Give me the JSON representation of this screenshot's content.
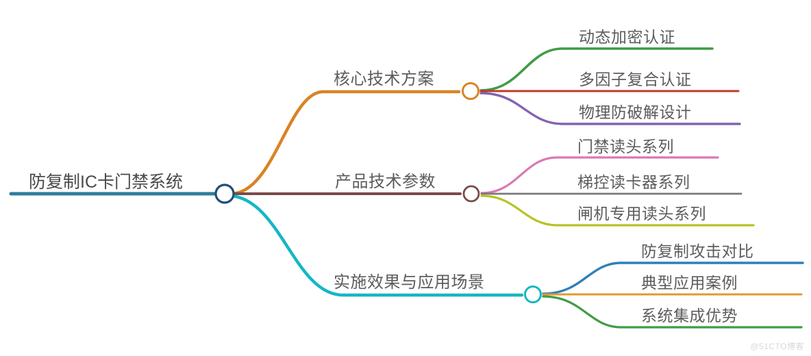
{
  "diagram": {
    "type": "mind-map",
    "title": "防复制IC卡门禁系统",
    "background_color": "#ffffff",
    "text_color": "#5c5c5e"
  },
  "root": {
    "label": "防复制IC卡门禁系统",
    "line_color": "#2e7d9a",
    "node_color": "#1f4e79",
    "node_fill": "#ffffff"
  },
  "branches": [
    {
      "label": "核心技术方案",
      "line_color": "#d98324",
      "node_color": "#d98324",
      "node_fill": "#ffffff",
      "children": [
        {
          "label": "动态加密认证",
          "line_color": "#3f9c45"
        },
        {
          "label": "多因子复合认证",
          "line_color": "#c0392b"
        },
        {
          "label": "物理防破解设计",
          "line_color": "#8363b0"
        }
      ]
    },
    {
      "label": "产品技术参数",
      "line_color": "#7b4b4b",
      "node_color": "#7b4b4b",
      "node_fill": "#ffffff",
      "children": [
        {
          "label": "门禁读头系列",
          "line_color": "#d879b5"
        },
        {
          "label": "梯控读卡器系列",
          "line_color": "#7a7a7a"
        },
        {
          "label": "闸机专用读头系列",
          "line_color": "#b5c425"
        }
      ]
    },
    {
      "label": "实施效果与应用场景",
      "line_color": "#16b6c4",
      "node_color": "#16b6c4",
      "node_fill": "#ffffff",
      "children": [
        {
          "label": "防复制攻击对比",
          "line_color": "#2f7fb8"
        },
        {
          "label": "典型应用案例",
          "line_color": "#e09a2e"
        },
        {
          "label": "系统集成优势",
          "line_color": "#3f9c45"
        }
      ]
    }
  ],
  "watermark": {
    "text": "@51CTO博客"
  }
}
